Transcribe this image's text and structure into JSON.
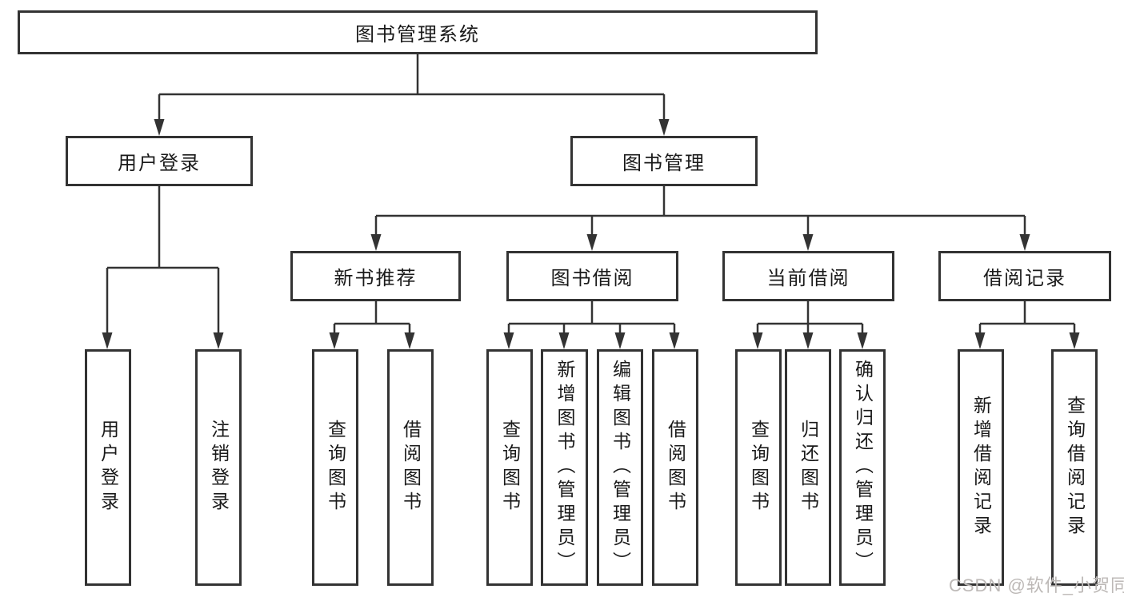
{
  "nodes": {
    "root": {
      "label": "图书管理系统"
    },
    "user_login": {
      "label": "用户登录"
    },
    "book_management": {
      "label": "图书管理"
    },
    "new_book_recommend": {
      "label": "新书推荐"
    },
    "book_borrow": {
      "label": "图书借阅"
    },
    "current_borrow": {
      "label": "当前借阅"
    },
    "borrow_records": {
      "label": "借阅记录"
    }
  },
  "leaves": [
    {
      "label": "用户登录"
    },
    {
      "label": "注销登录"
    },
    {
      "label": "查询图书"
    },
    {
      "label": "借阅图书"
    },
    {
      "label": "查询图书"
    },
    {
      "label": "新增图书（管理员）"
    },
    {
      "label": "编辑图书（管理员）"
    },
    {
      "label": "借阅图书"
    },
    {
      "label": "查询图书"
    },
    {
      "label": "归还图书"
    },
    {
      "label": "确认归还（管理员）"
    },
    {
      "label": "新增借阅记录"
    },
    {
      "label": "查询借阅记录"
    }
  ],
  "watermark": {
    "text": "CSDN @软件_小贺同学"
  },
  "colors": {
    "line": "#333333",
    "text": "#1a1a1a",
    "watermark": "#bdb9b7",
    "background": "#ffffff"
  }
}
